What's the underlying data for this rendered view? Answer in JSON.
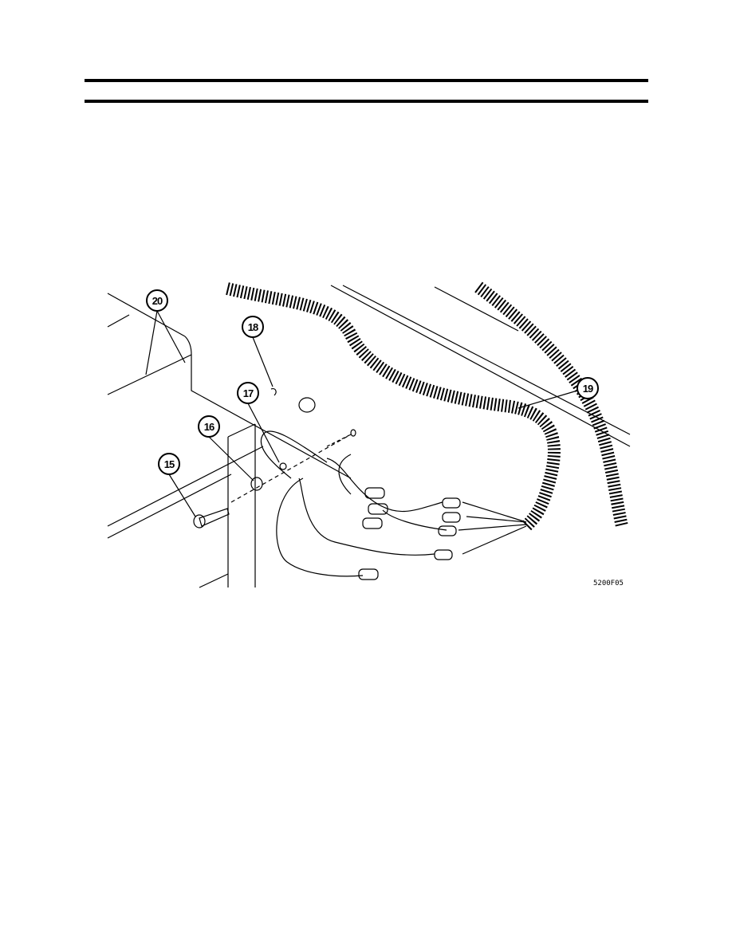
{
  "figure": {
    "callouts": [
      "15",
      "16",
      "17",
      "18",
      "19",
      "20"
    ],
    "figure_code": "5200F05"
  }
}
